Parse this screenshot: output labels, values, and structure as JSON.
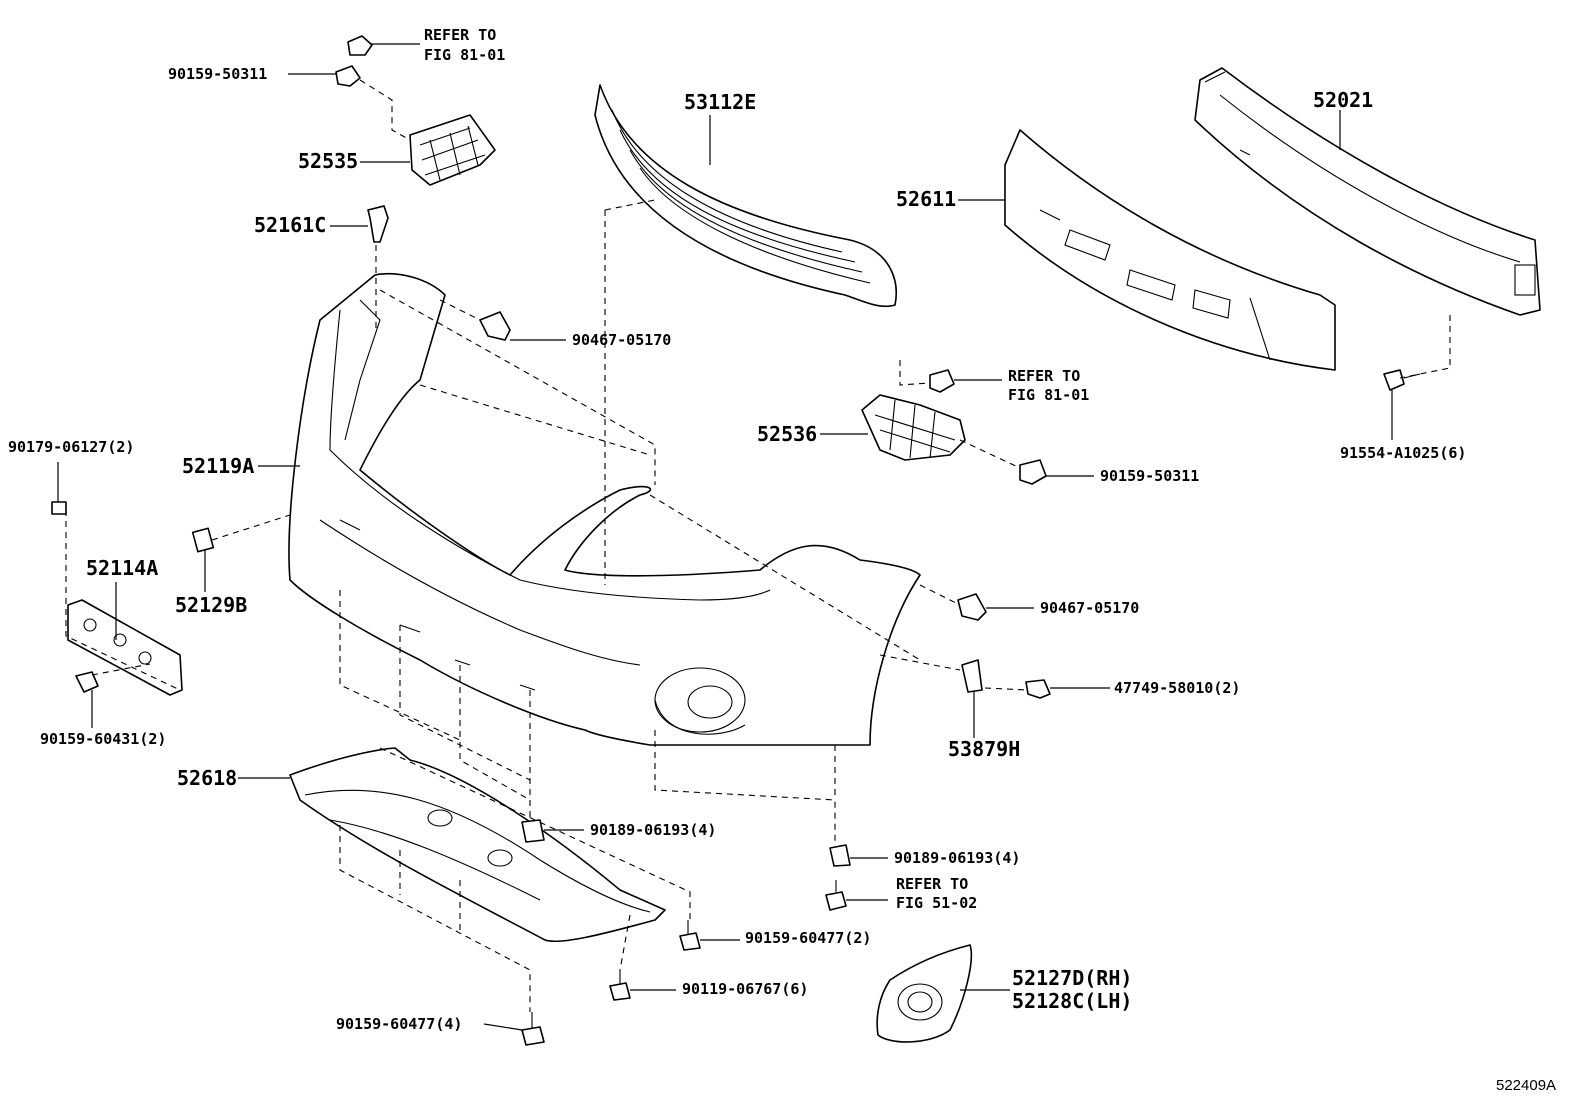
{
  "diagram_ref": "522409A",
  "labels": {
    "p_90159_50311_a": "90159-50311",
    "refer_top_1": "REFER TO",
    "refer_top_2": "FIG 81-01",
    "p_52535": "52535",
    "p_52161c": "52161C",
    "p_53112e": "53112E",
    "p_52021": "52021",
    "p_52611": "52611",
    "p_90467_05170_a": "90467-05170",
    "refer_mid_1": "REFER TO",
    "refer_mid_2": "FIG 81-01",
    "p_52536": "52536",
    "p_91554_a1025": "91554-A1025(6)",
    "p_90159_50311_b": "90159-50311",
    "p_90179_06127": "90179-06127(2)",
    "p_52119a": "52119A",
    "p_52114a": "52114A",
    "p_52129b": "52129B",
    "p_90467_05170_b": "90467-05170",
    "p_47749_58010": "47749-58010(2)",
    "p_53879h": "53879H",
    "p_90159_60431": "90159-60431(2)",
    "p_52618": "52618",
    "p_90189_06193_a": "90189-06193(4)",
    "p_90189_06193_b": "90189-06193(4)",
    "refer_bot_1": "REFER TO",
    "refer_bot_2": "FIG 51-02",
    "p_90159_60477_a": "90159-60477(2)",
    "p_90119_06767": "90119-06767(6)",
    "p_52127d": "52127D(RH)",
    "p_52128c": "52128C(LH)",
    "p_90159_60477_b": "90159-60477(4)"
  }
}
